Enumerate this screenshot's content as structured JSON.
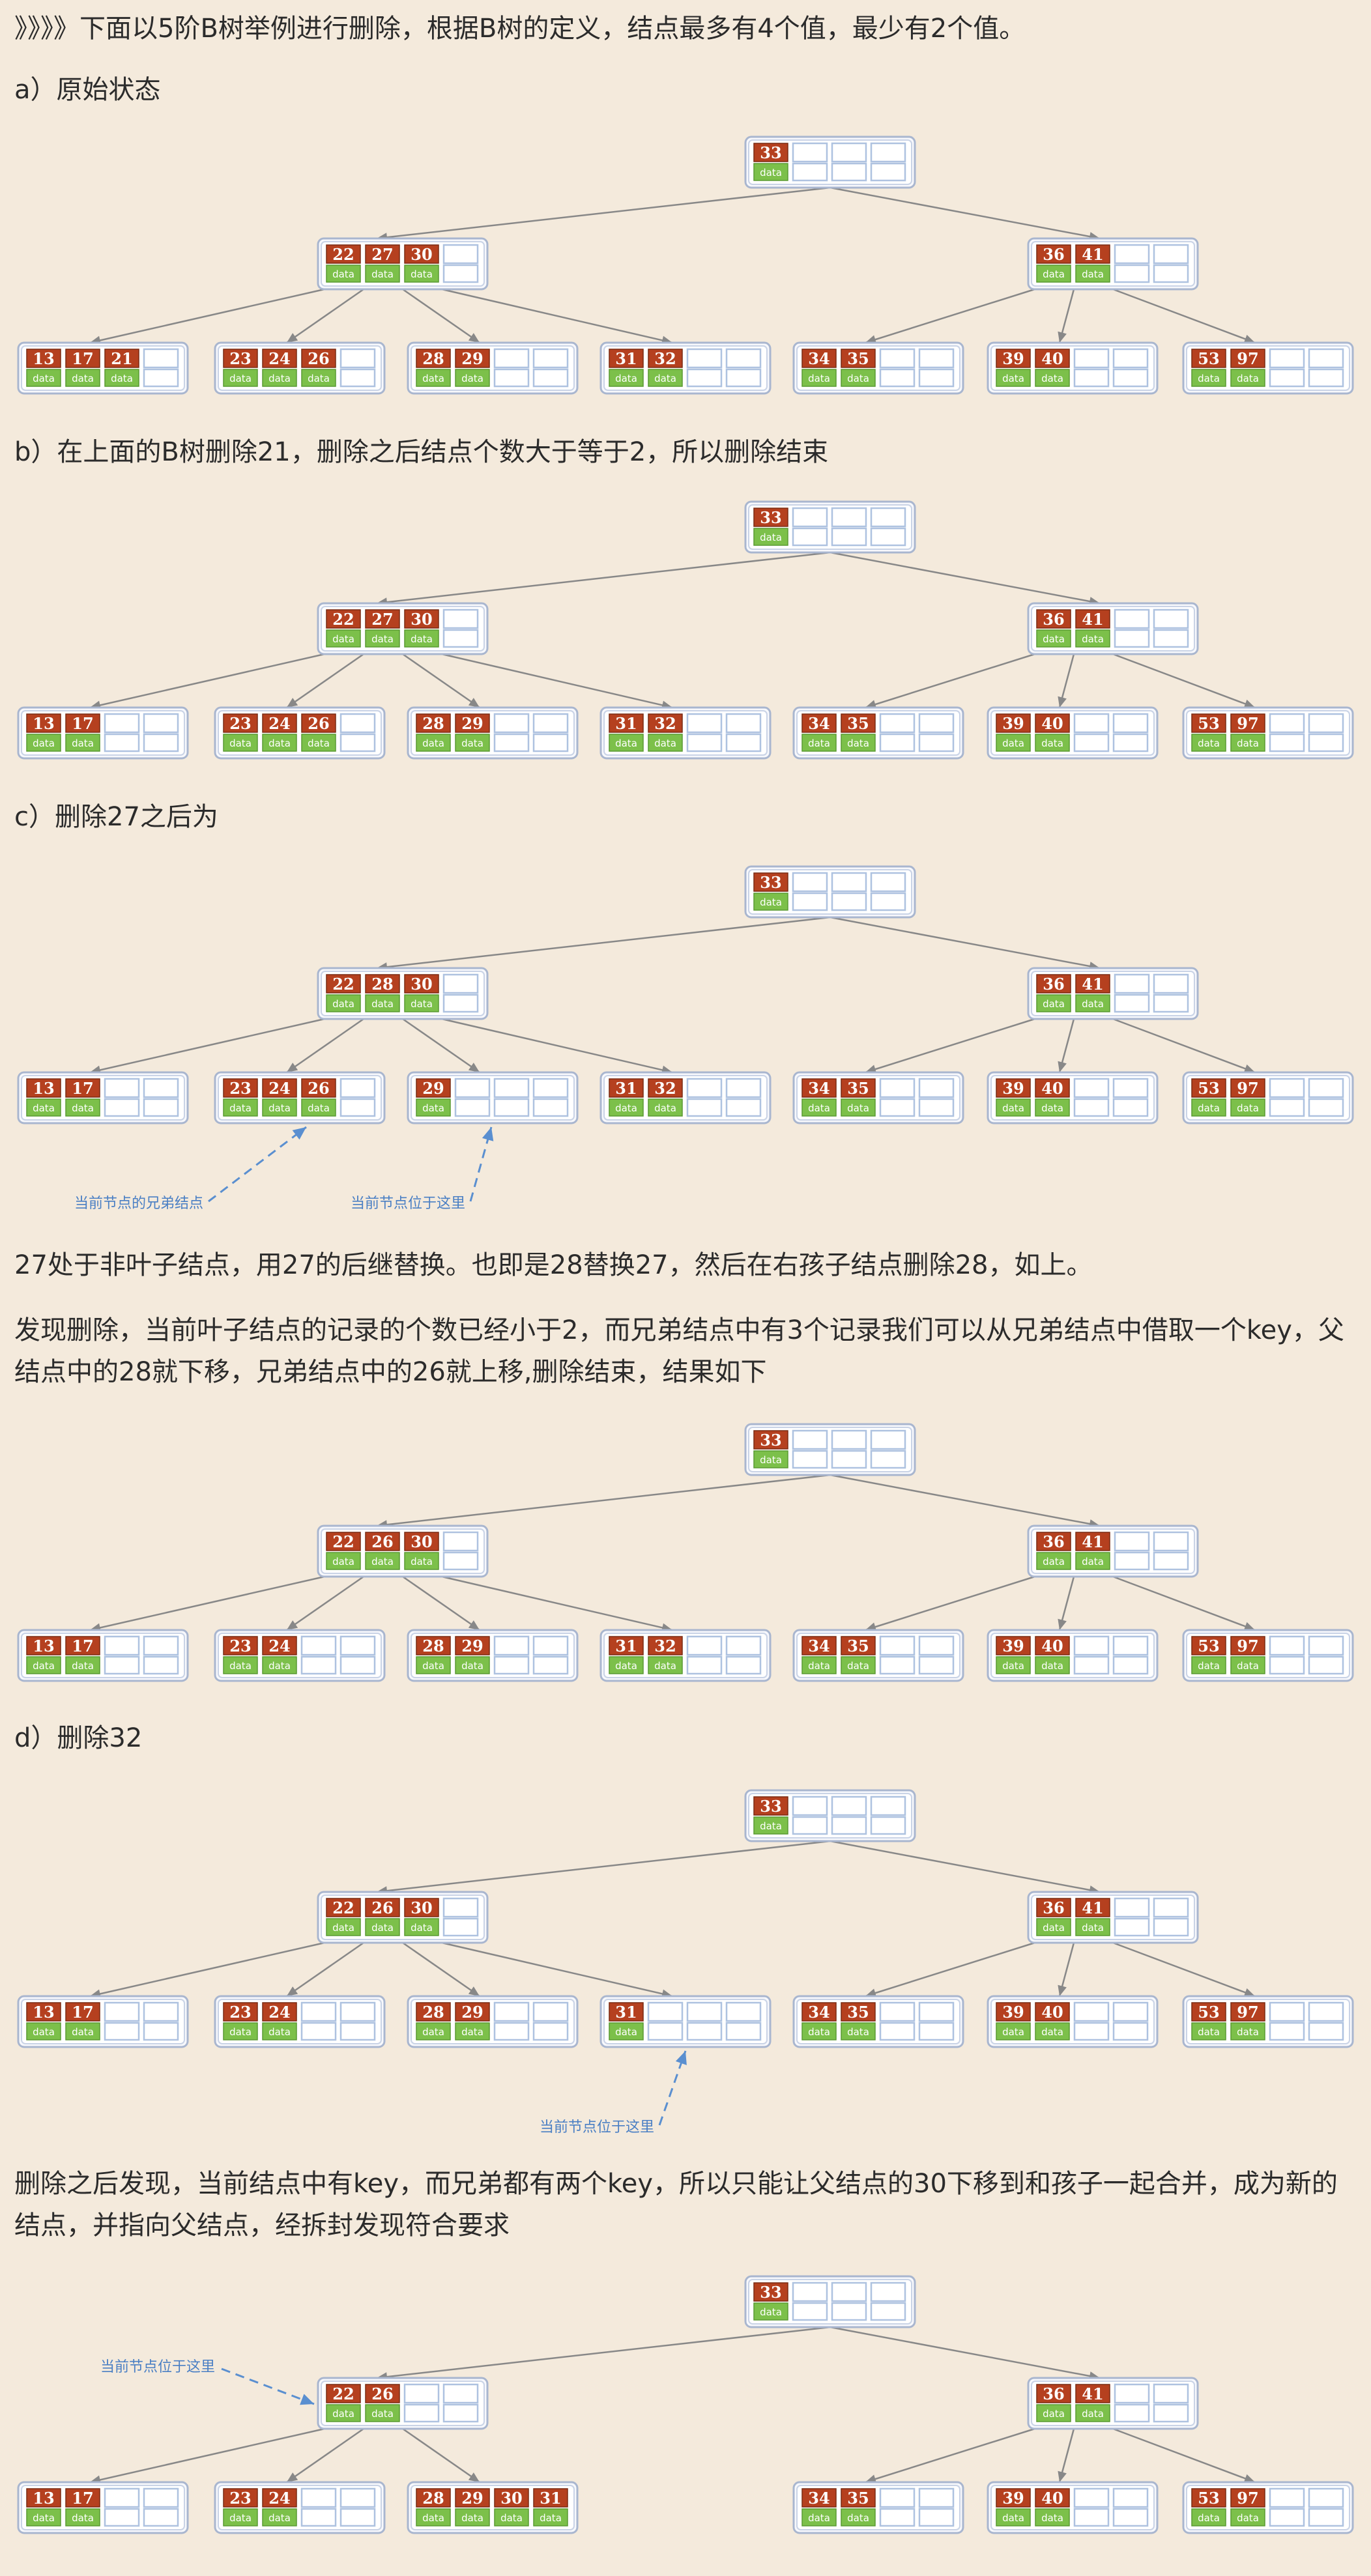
{
  "texts": {
    "intro": "》》》》下面以5阶B树举例进行删除，根据B树的定义，结点最多有4个值，最少有2个值。",
    "a": "a）原始状态",
    "b": "b）在上面的B树删除21，删除之后结点个数大于等于2，所以删除结束",
    "c": "c）删除27之后为",
    "p1": "27处于非叶子结点，用27的后继替换。也即是28替换27，然后在右孩子结点删除28，如上。",
    "p2": "发现删除，当前叶子结点的记录的个数已经小于2，而兄弟结点中有3个记录我们可以从兄弟结点中借取一个key，父结点中的28就下移，兄弟结点中的26就上移,删除结束，结果如下",
    "d": "d）删除32",
    "p3": "删除之后发现，当前结点中有key，而兄弟都有两个key，所以只能让父结点的30下移到和孩子一起合并，成为新的结点，并指向父结点，经拆封发现符合要求"
  },
  "data_label": "data",
  "diagrams": [
    {
      "id": "a",
      "root": [
        33
      ],
      "left": [
        22,
        27,
        30
      ],
      "right": [
        36,
        41
      ],
      "leaves": [
        [
          13,
          17,
          21
        ],
        [
          23,
          24,
          26
        ],
        [
          28,
          29
        ],
        [
          31,
          32
        ],
        [
          34,
          35
        ],
        [
          39,
          40
        ],
        [
          53,
          97
        ]
      ],
      "annotations": []
    },
    {
      "id": "b",
      "root": [
        33
      ],
      "left": [
        22,
        27,
        30
      ],
      "right": [
        36,
        41
      ],
      "leaves": [
        [
          13,
          17
        ],
        [
          23,
          24,
          26
        ],
        [
          28,
          29
        ],
        [
          31,
          32
        ],
        [
          34,
          35
        ],
        [
          39,
          40
        ],
        [
          53,
          97
        ]
      ],
      "annotations": []
    },
    {
      "id": "c",
      "root": [
        33
      ],
      "left": [
        22,
        28,
        30
      ],
      "right": [
        36,
        41
      ],
      "leaves": [
        [
          13,
          17
        ],
        [
          23,
          24,
          26
        ],
        [
          29
        ],
        [
          31,
          32
        ],
        [
          34,
          35
        ],
        [
          39,
          40
        ],
        [
          53,
          97
        ]
      ],
      "annotations": [
        {
          "label": "当前节点的兄弟结点",
          "target": "leaf-1"
        },
        {
          "label": "当前节点位于这里",
          "target": "leaf-2"
        }
      ]
    },
    {
      "id": "c2",
      "root": [
        33
      ],
      "left": [
        22,
        26,
        30
      ],
      "right": [
        36,
        41
      ],
      "leaves": [
        [
          13,
          17
        ],
        [
          23,
          24
        ],
        [
          28,
          29
        ],
        [
          31,
          32
        ],
        [
          34,
          35
        ],
        [
          39,
          40
        ],
        [
          53,
          97
        ]
      ],
      "annotations": []
    },
    {
      "id": "d",
      "root": [
        33
      ],
      "left": [
        22,
        26,
        30
      ],
      "right": [
        36,
        41
      ],
      "leaves": [
        [
          13,
          17
        ],
        [
          23,
          24
        ],
        [
          28,
          29
        ],
        [
          31
        ],
        [
          34,
          35
        ],
        [
          39,
          40
        ],
        [
          53,
          97
        ]
      ],
      "annotations": [
        {
          "label": "当前节点位于这里",
          "target": "leaf-3"
        }
      ]
    },
    {
      "id": "e",
      "root": [
        33
      ],
      "left": [
        22,
        26
      ],
      "right": [
        36,
        41
      ],
      "leaves": [
        [
          13,
          17
        ],
        [
          23,
          24
        ],
        [
          28,
          29,
          30,
          31
        ],
        null,
        [
          34,
          35
        ],
        [
          39,
          40
        ],
        [
          53,
          97
        ]
      ],
      "annotations": [
        {
          "label": "当前节点位于这里",
          "target": "left"
        }
      ]
    }
  ]
}
